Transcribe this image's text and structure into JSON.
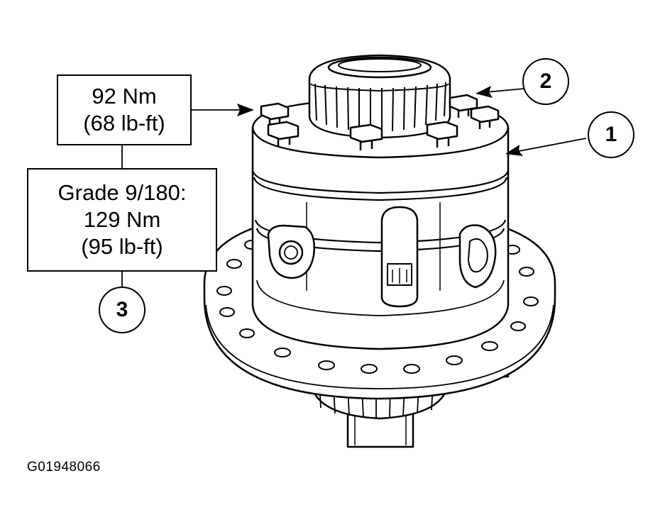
{
  "torque_labels": {
    "primary": {
      "line1": "92 Nm",
      "line2": "(68 lb-ft)"
    },
    "grade": {
      "line1": "Grade 9/180:",
      "line2": "129 Nm",
      "line3": "(95 lb-ft)"
    }
  },
  "callouts": [
    {
      "number": "1",
      "refers_to": "differential-case"
    },
    {
      "number": "2",
      "refers_to": "bearing-cup-bolt"
    },
    {
      "number": "3",
      "refers_to": "grade-bolt-torque"
    }
  ],
  "figure_id": "G01948066",
  "colors": {
    "ink": "#000000",
    "paper": "#ffffff"
  }
}
